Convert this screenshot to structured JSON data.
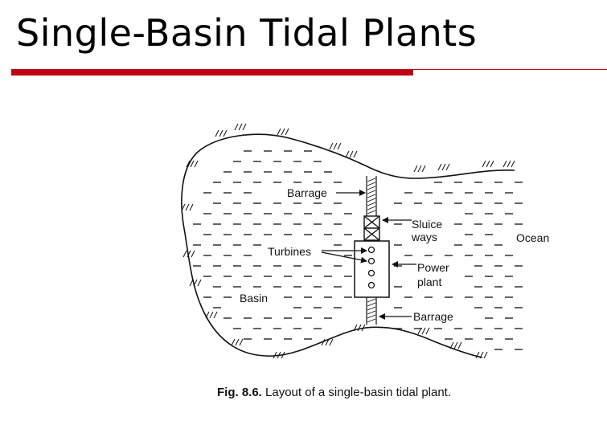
{
  "slide": {
    "title": "Single-Basin Tidal Plants"
  },
  "diagram": {
    "labels": {
      "barrage_top": "Barrage",
      "sluice_line1": "Sluice",
      "sluice_line2": "ways",
      "ocean": "Ocean",
      "turbines": "Turbines",
      "power_line1": "Power",
      "power_line2": "plant",
      "basin": "Basin",
      "barrage_bottom": "Barrage"
    },
    "caption": {
      "figure_number": "Fig. 8.6.",
      "text": " Layout of a single-basin tidal plant."
    }
  },
  "colors": {
    "accent_red": "#c00418",
    "ink": "#111111"
  }
}
